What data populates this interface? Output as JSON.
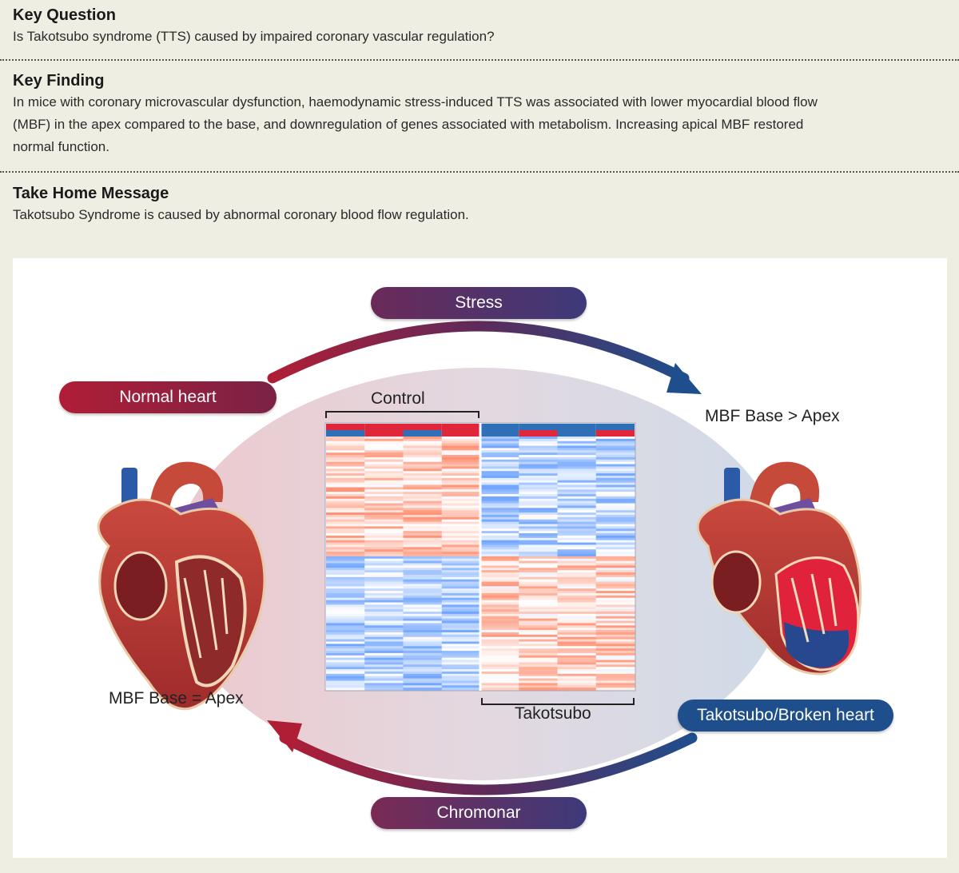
{
  "key_question": {
    "title": "Key Question",
    "text": "Is Takotsubo syndrome (TTS) caused by impaired coronary vascular regulation?"
  },
  "key_finding": {
    "title": "Key Finding",
    "line1": "In mice with coronary microvascular dysfunction, haemodynamic stress-induced TTS was associated with lower myocardial blood flow",
    "line2": "(MBF) in the apex compared to the base, and downregulation of genes associated with metabolism. Increasing apical MBF restored",
    "line3": "normal function."
  },
  "take_home": {
    "title": "Take Home Message",
    "text": "Takotsubo Syndrome is caused by abnormal coronary blood flow regulation."
  },
  "figure": {
    "stress_label": "Stress",
    "chromonar_label": "Chromonar",
    "normal_heart_label": "Normal heart",
    "takotsubo_heart_label": "Takotsubo/Broken heart",
    "mbf_equal_label": "MBF Base = Apex",
    "mbf_greater_label": "MBF Base > Apex",
    "control_label": "Control",
    "takotsubo_label": "Takotsubo",
    "colors": {
      "red": "#b01e36",
      "purple": "#5e2a5a",
      "blue": "#1f4e8c",
      "heatmap_up": "#e0572f",
      "heatmap_down": "#3a7cc4"
    }
  }
}
